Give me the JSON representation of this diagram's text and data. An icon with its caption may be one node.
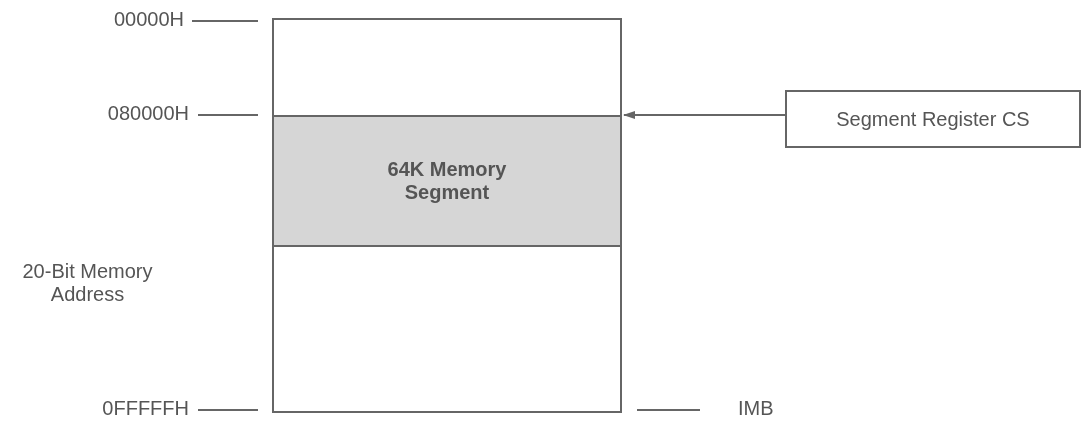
{
  "diagram": {
    "nodes": [
      {
        "text": [],
        "shape": "box"
      },
      {
        "text": [
          "64K Memory Segment"
        ]
      },
      {
        "text": [],
        "shape": "box"
      },
      {
        "text": [
          "Segment Register CS"
        ]
      }
    ],
    "edges": [
      {
        "from": 3,
        "to": 1,
        "arrow": "to"
      }
    ],
    "labels": [
      "00000H",
      "080000H",
      "20-Bit Memory Address",
      "0FFFFFH",
      "IMB"
    ]
  }
}
